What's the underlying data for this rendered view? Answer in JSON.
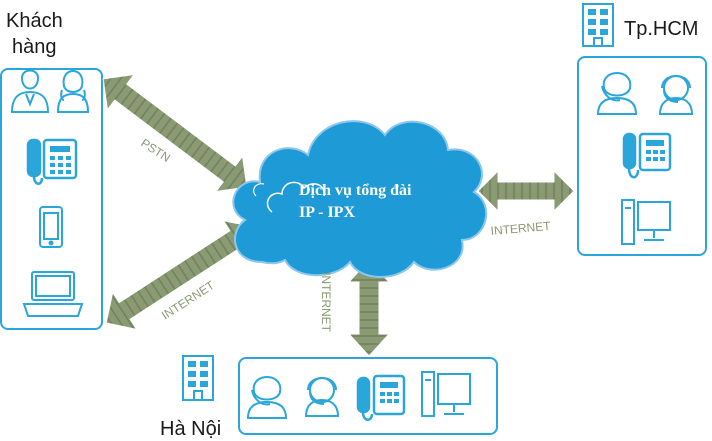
{
  "customer": {
    "label_line1": "Khách",
    "label_line2": "hàng"
  },
  "hcm": {
    "label": "Tp.HCM"
  },
  "hanoi": {
    "label": "Hà Nội"
  },
  "cloud": {
    "line1": "Dịch vụ tổng đài",
    "line2": "IP - IPX"
  },
  "links": {
    "pstn": "PSTN",
    "internet_customer": "INTERNET",
    "internet_hcm": "INTERNET",
    "internet_hanoi": "INTERNET"
  },
  "colors": {
    "accent_blue": "#2aa6db",
    "cloud_blue": "#1e9ad6",
    "arrow_green": "#8a9a73"
  },
  "icons": {
    "customer": [
      "agent-male-icon",
      "agent-female-icon",
      "desk-phone-icon",
      "smartphone-icon",
      "laptop-icon"
    ],
    "hcm": [
      "building-icon",
      "headset-female-icon",
      "headset-male-icon",
      "desk-phone-icon",
      "desktop-computer-icon"
    ],
    "hanoi": [
      "building-icon",
      "headset-female-icon",
      "headset-male-icon",
      "desk-phone-icon",
      "desktop-computer-icon"
    ]
  }
}
